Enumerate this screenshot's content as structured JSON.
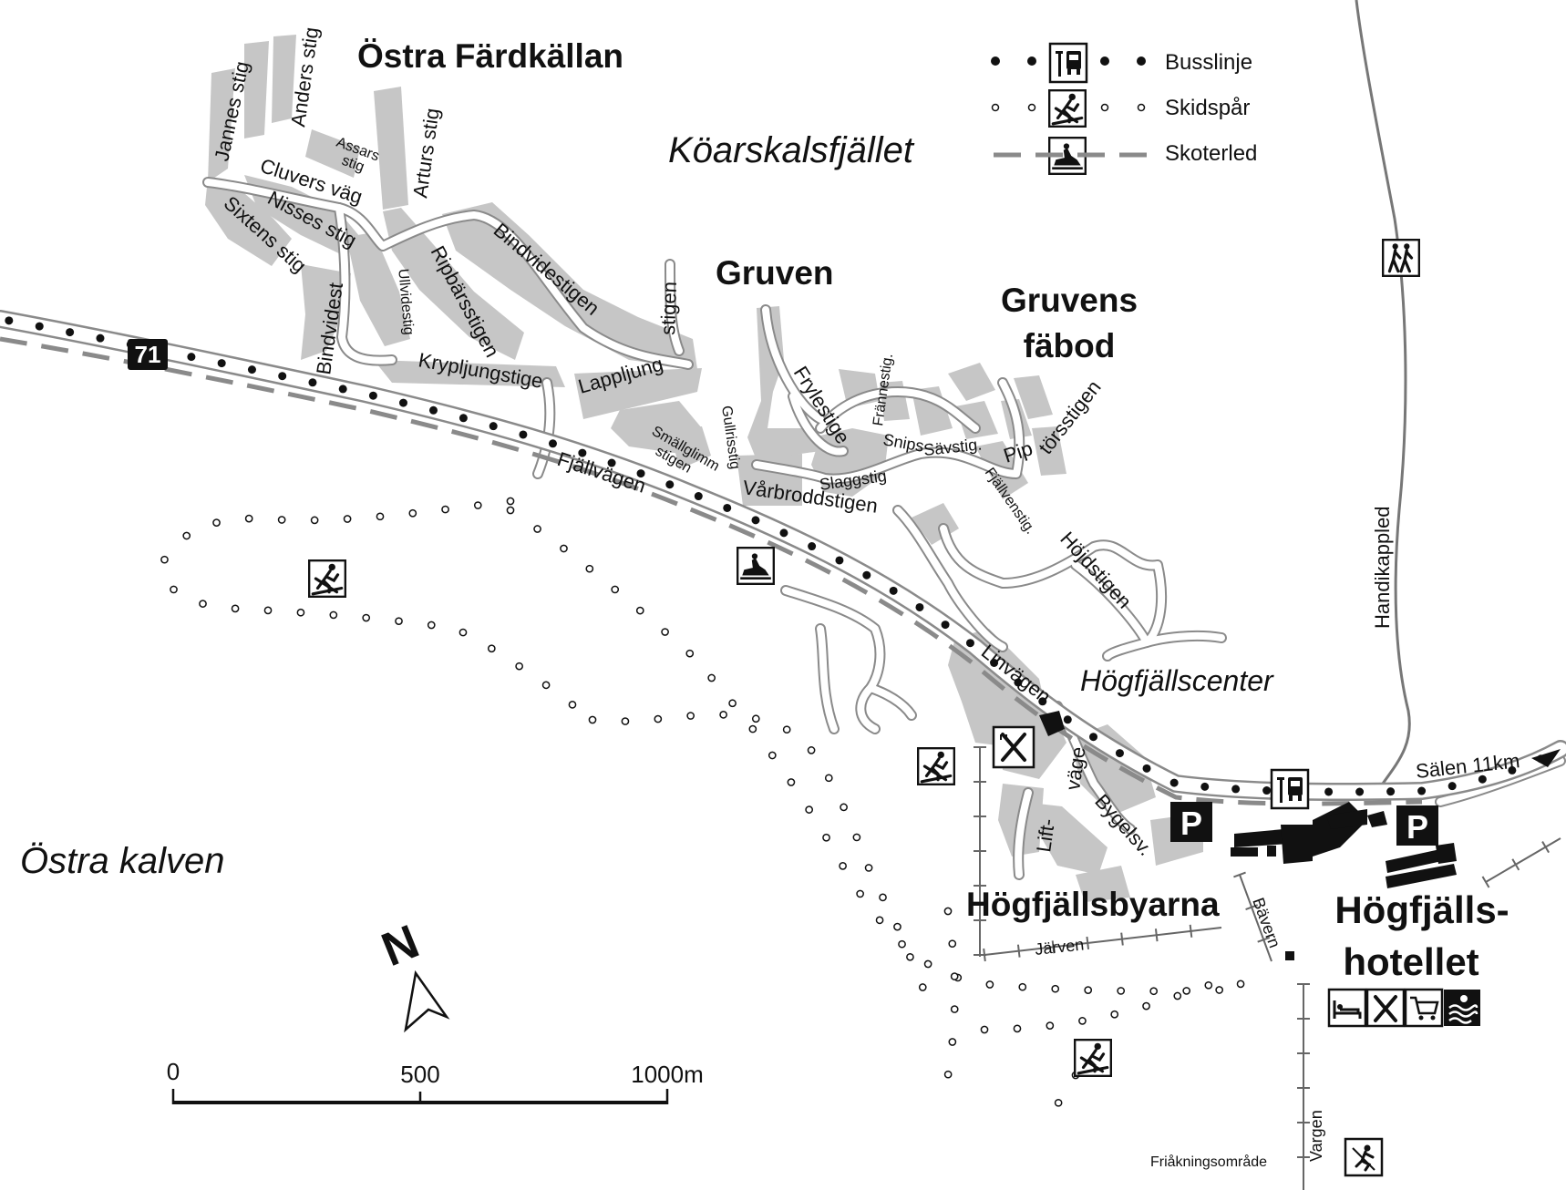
{
  "places": {
    "ostra_fardkallan": "Östra Färdkällan",
    "koarskalsfjallet": "Köarskalsfjället",
    "gruven": "Gruven",
    "gruvens_fabod_1": "Gruvens",
    "gruvens_fabod_2": "fäbod",
    "hogfjallscenter": "Högfjällscenter",
    "ostra_kalven": "Östra kalven",
    "hogfjallsbyarna": "Högfjällsbyarna",
    "hogfjallshotellet_1": "Högfjälls-",
    "hogfjallshotellet_2": "hotellet",
    "frakningsomrade": "Friåkningsområde"
  },
  "streets": {
    "jannes_stig": "Jannes stig",
    "anders_stig": "Anders stig",
    "assars_stig_1": "Assars",
    "assars_stig_2": "stig",
    "arturs_stig": "Arturs stig",
    "cluvers_vag": "Cluvers väg",
    "nisses_stig": "Nisses stig",
    "sixtens_stig": "Sixtens stig",
    "bindvidest": "Bindvidest",
    "ullvidestig": "Ullvidestig",
    "ripbarsstigen": "Ripbärsstigen",
    "bindvidestigen": "Bindvidestigen",
    "stigen": "stigen",
    "krypljungstige": "Krypljungstige",
    "lappljung": "Lappljung",
    "fjallvagen": "Fjällvägen",
    "smallglimm_1": "Smällglimm",
    "smallglimm_2": "stigen",
    "gullrisstig": "Gullrisstig",
    "varbroddstigen": "Vårbroddstigen",
    "frylestige": "Frylestige",
    "frannestig": "Frännestig.",
    "snips": "Snips",
    "savstig": "Sävstig.",
    "slaggstig": "Slaggstig",
    "pip": "Pip",
    "torsstigen": "törsstigen",
    "fjallvenstig": "Fjällvenstig.",
    "hojdstigen": "Höjdstigen",
    "linvagen": "Linvägen",
    "lift": "Lift-",
    "vage": "väge",
    "bygelsv": "Bygelsv.",
    "jarven": "Järven",
    "bavern": "Bävern",
    "vargen": "Vargen",
    "handikappled": "Handikappled",
    "salen": "Sälen 11km"
  },
  "road_number": "71",
  "legend": {
    "bus": "Busslinje",
    "ski": "Skidspår",
    "snowmobile": "Skoterled"
  },
  "north": "N",
  "scale": {
    "zero": "0",
    "mid": "500",
    "end": "1000m"
  },
  "icons": {
    "bus": "bus-stop-icon",
    "ski": "cross-country-ski-icon",
    "snowmobile": "snowmobile-icon",
    "hiker": "hiker-icon",
    "restaurant": "restaurant-icon",
    "parking": "parking-icon",
    "lodging": "lodging-icon",
    "shop": "shopping-cart-icon",
    "pool": "swimming-pool-icon",
    "freeride": "freeride-ski-icon"
  },
  "colors": {
    "building": "#c6c6c6",
    "road_edge": "#777777",
    "snowmobile": "#8a8a8a",
    "ink": "#111111"
  }
}
